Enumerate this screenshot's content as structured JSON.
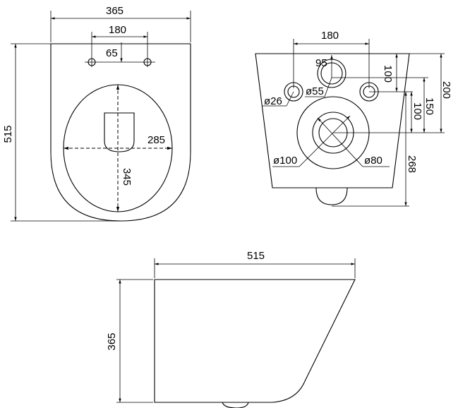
{
  "top_view": {
    "width": "365",
    "hole_spacing": "180",
    "hole_offset": "65",
    "length": "515",
    "seat_width": "285",
    "seat_length": "345"
  },
  "rear_view": {
    "hole_spacing": "180",
    "inlet_offset": "95",
    "dim_100_top": "100",
    "inlet_dia": "ø55",
    "hole_dia": "ø26",
    "dim_200": "200",
    "dim_100": "100",
    "dim_150": "150",
    "outlet_outer_dia": "ø100",
    "outlet_inner_dia": "ø80",
    "dim_268": "268"
  },
  "side_view": {
    "length": "515",
    "height": "365"
  }
}
